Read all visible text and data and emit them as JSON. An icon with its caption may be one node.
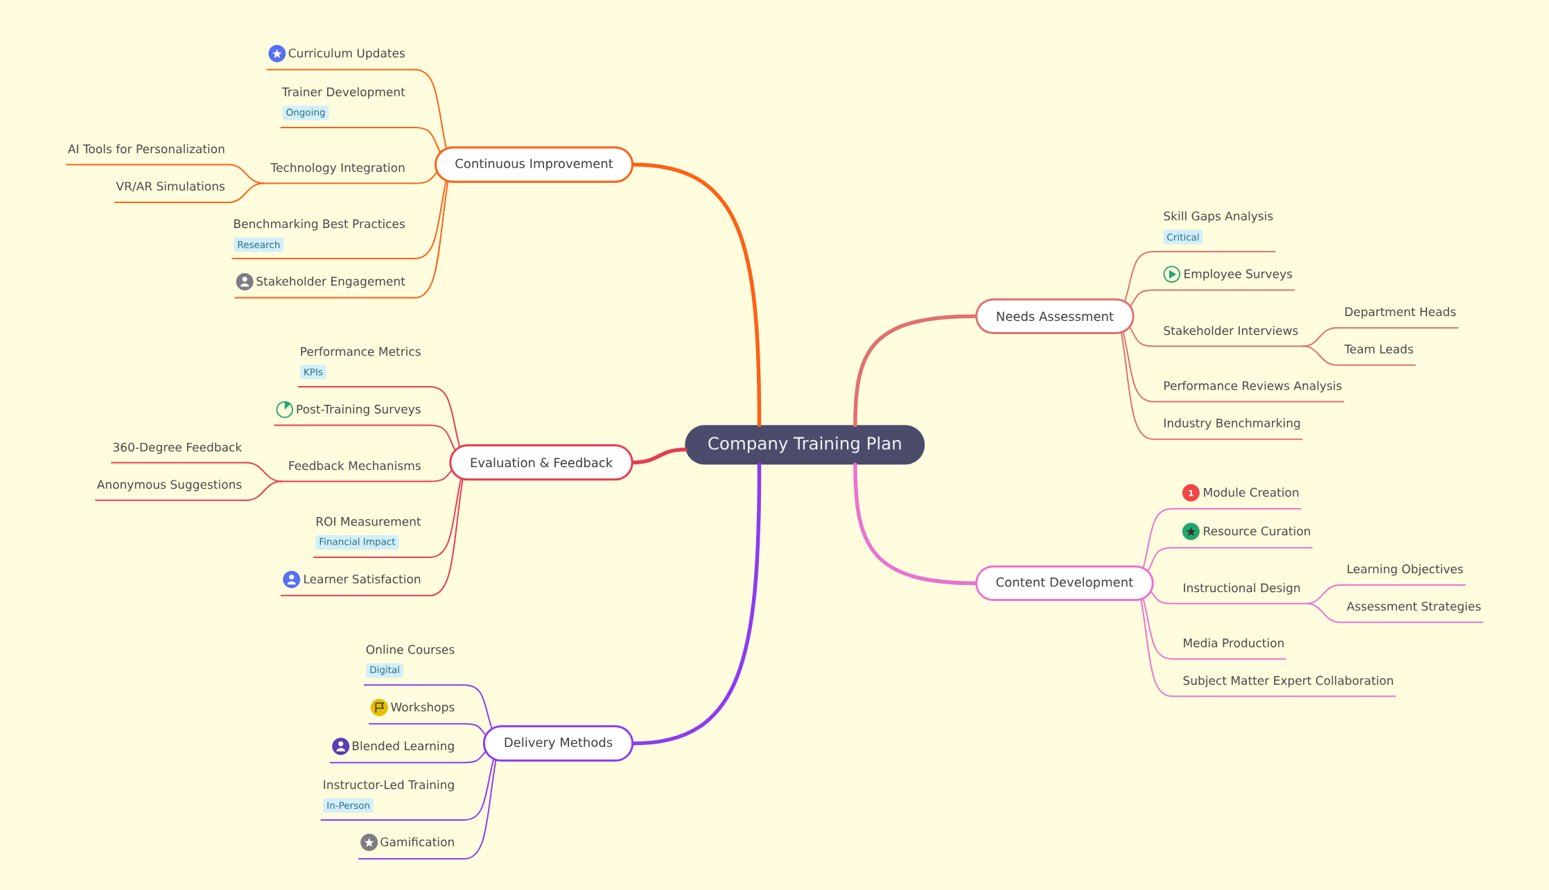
{
  "diagram": {
    "nodes": [
      {
        "text": [
          "Company Training Plan"
        ]
      },
      {
        "text": [
          "Continuous Improvement"
        ]
      },
      {
        "text": [
          "Curriculum Updates"
        ]
      },
      {
        "text": [
          "Trainer Development",
          "Ongoing"
        ]
      },
      {
        "text": [
          "Technology Integration"
        ]
      },
      {
        "text": [
          "AI Tools for Personalization"
        ]
      },
      {
        "text": [
          "VR/AR Simulations"
        ]
      },
      {
        "text": [
          "Benchmarking Best Practices",
          "Research"
        ]
      },
      {
        "text": [
          "Stakeholder Engagement"
        ]
      },
      {
        "text": [
          "Evaluation & Feedback"
        ]
      },
      {
        "text": [
          "Performance Metrics",
          "KPIs"
        ]
      },
      {
        "text": [
          "Post-Training Surveys"
        ]
      },
      {
        "text": [
          "Feedback Mechanisms"
        ]
      },
      {
        "text": [
          "360-Degree Feedback"
        ]
      },
      {
        "text": [
          "Anonymous Suggestions"
        ]
      },
      {
        "text": [
          "ROI Measurement",
          "Financial Impact"
        ]
      },
      {
        "text": [
          "Learner Satisfaction"
        ]
      },
      {
        "text": [
          "Delivery Methods"
        ]
      },
      {
        "text": [
          "Online Courses",
          "Digital"
        ]
      },
      {
        "text": [
          "Workshops"
        ]
      },
      {
        "text": [
          "Blended Learning"
        ]
      },
      {
        "text": [
          "Instructor-Led Training",
          "In-Person"
        ]
      },
      {
        "text": [
          "Gamification"
        ]
      },
      {
        "text": [
          "Needs Assessment"
        ]
      },
      {
        "text": [
          "Skill Gaps Analysis",
          "Critical"
        ]
      },
      {
        "text": [
          "Employee Surveys"
        ]
      },
      {
        "text": [
          "Stakeholder Interviews"
        ]
      },
      {
        "text": [
          "Department Heads"
        ]
      },
      {
        "text": [
          "Team Leads"
        ]
      },
      {
        "text": [
          "Performance Reviews Analysis"
        ]
      },
      {
        "text": [
          "Industry Benchmarking"
        ]
      },
      {
        "text": [
          "Content Development"
        ]
      },
      {
        "text": [
          "Module Creation"
        ]
      },
      {
        "text": [
          "Resource Curation"
        ]
      },
      {
        "text": [
          "Instructional Design"
        ]
      },
      {
        "text": [
          "Learning Objectives"
        ]
      },
      {
        "text": [
          "Assessment Strategies"
        ]
      },
      {
        "text": [
          "Media Production"
        ]
      },
      {
        "text": [
          "Subject Matter Expert Collaboration"
        ]
      }
    ],
    "edges": [
      {
        "from": 0,
        "to": 1,
        "arrow": "none",
        "style": "thick",
        "color": "#fd6116"
      },
      {
        "from": 1,
        "to": 2,
        "arrow": "none",
        "color": "#fd6116"
      },
      {
        "from": 1,
        "to": 3,
        "arrow": "none",
        "color": "#fd6116"
      },
      {
        "from": 1,
        "to": 4,
        "arrow": "none",
        "color": "#fd6116"
      },
      {
        "from": 4,
        "to": 5,
        "arrow": "none",
        "color": "#fd6116"
      },
      {
        "from": 4,
        "to": 6,
        "arrow": "none",
        "color": "#fd6116"
      },
      {
        "from": 1,
        "to": 7,
        "arrow": "none",
        "color": "#fd6116"
      },
      {
        "from": 1,
        "to": 8,
        "arrow": "none",
        "color": "#fd6116"
      },
      {
        "from": 0,
        "to": 9,
        "arrow": "none",
        "style": "thick",
        "color": "#e63c52"
      },
      {
        "from": 9,
        "to": 10,
        "arrow": "none",
        "color": "#e63c52"
      },
      {
        "from": 9,
        "to": 11,
        "arrow": "none",
        "color": "#e63c52"
      },
      {
        "from": 9,
        "to": 12,
        "arrow": "none",
        "color": "#e63c52"
      },
      {
        "from": 12,
        "to": 13,
        "arrow": "none",
        "color": "#e63c52"
      },
      {
        "from": 12,
        "to": 14,
        "arrow": "none",
        "color": "#e63c52"
      },
      {
        "from": 9,
        "to": 15,
        "arrow": "none",
        "color": "#e63c52"
      },
      {
        "from": 9,
        "to": 16,
        "arrow": "none",
        "color": "#e63c52"
      },
      {
        "from": 0,
        "to": 17,
        "arrow": "none",
        "style": "thick",
        "color": "#8c3cf0"
      },
      {
        "from": 17,
        "to": 18,
        "arrow": "none",
        "color": "#8c3cf0"
      },
      {
        "from": 17,
        "to": 19,
        "arrow": "none",
        "color": "#8c3cf0"
      },
      {
        "from": 17,
        "to": 20,
        "arrow": "none",
        "color": "#8c3cf0"
      },
      {
        "from": 17,
        "to": 21,
        "arrow": "none",
        "color": "#8c3cf0"
      },
      {
        "from": 17,
        "to": 22,
        "arrow": "none",
        "color": "#8c3cf0"
      },
      {
        "from": 0,
        "to": 23,
        "arrow": "none",
        "style": "thick",
        "color": "#e0716f"
      },
      {
        "from": 23,
        "to": 24,
        "arrow": "none",
        "color": "#e0716f"
      },
      {
        "from": 23,
        "to": 25,
        "arrow": "none",
        "color": "#e0716f"
      },
      {
        "from": 23,
        "to": 26,
        "arrow": "none",
        "color": "#e0716f"
      },
      {
        "from": 26,
        "to": 27,
        "arrow": "none",
        "color": "#e0716f"
      },
      {
        "from": 26,
        "to": 28,
        "arrow": "none",
        "color": "#e0716f"
      },
      {
        "from": 23,
        "to": 29,
        "arrow": "none",
        "color": "#e0716f"
      },
      {
        "from": 23,
        "to": 30,
        "arrow": "none",
        "color": "#e0716f"
      },
      {
        "from": 0,
        "to": 31,
        "arrow": "none",
        "style": "thick",
        "color": "#ea72d2"
      },
      {
        "from": 31,
        "to": 32,
        "arrow": "none",
        "color": "#ea72d2"
      },
      {
        "from": 31,
        "to": 33,
        "arrow": "none",
        "color": "#ea72d2"
      },
      {
        "from": 31,
        "to": 34,
        "arrow": "none",
        "color": "#ea72d2"
      },
      {
        "from": 34,
        "to": 35,
        "arrow": "none",
        "color": "#ea72d2"
      },
      {
        "from": 34,
        "to": 36,
        "arrow": "none",
        "color": "#ea72d2"
      },
      {
        "from": 31,
        "to": 37,
        "arrow": "none",
        "color": "#ea72d2"
      },
      {
        "from": 31,
        "to": 38,
        "arrow": "none",
        "color": "#ea72d2"
      }
    ],
    "labels": [
      "1"
    ]
  }
}
